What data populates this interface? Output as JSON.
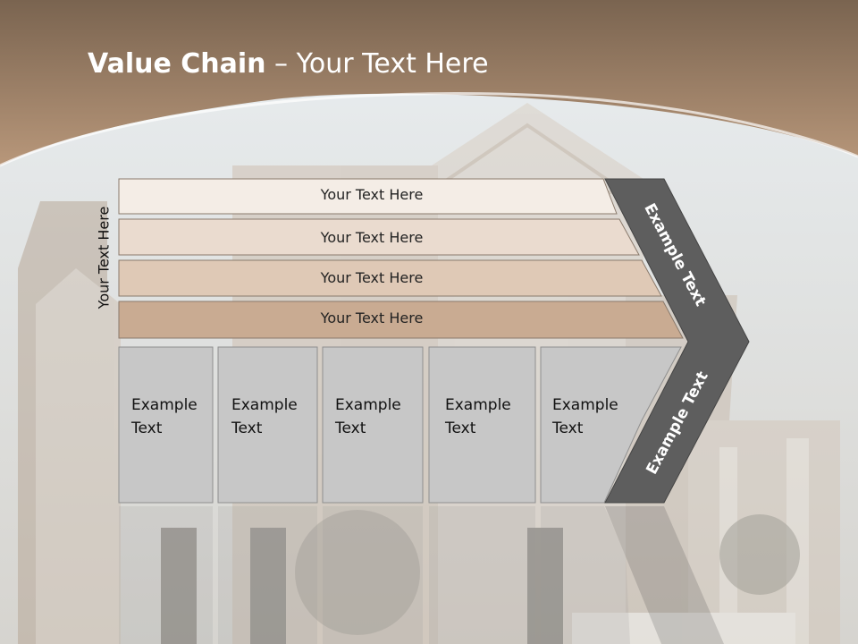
{
  "slide": {
    "title_bold": "Value Chain",
    "title_rest": " – Your Text Here",
    "side_label": "Your Text Here",
    "bands": [
      "Your Text Here",
      "Your Text Here",
      "Your Text Here",
      "Your Text Here"
    ],
    "boxes": [
      {
        "line1": "Example",
        "line2": "Text"
      },
      {
        "line1": "Example",
        "line2": "Text"
      },
      {
        "line1": "Example",
        "line2": "Text"
      },
      {
        "line1": "Example",
        "line2": "Text"
      },
      {
        "line1": "Example",
        "line2": "Text"
      }
    ],
    "chevron_top": "Example Text",
    "chevron_bottom": "Example Text"
  },
  "colors": {
    "header": "#a8856a",
    "band1": "#f4ede6",
    "band2": "#eadbcf",
    "band3": "#dfc9b6",
    "band4": "#c9ab92",
    "box": "#c7c7c7",
    "chevron": "#5e5e5e"
  }
}
